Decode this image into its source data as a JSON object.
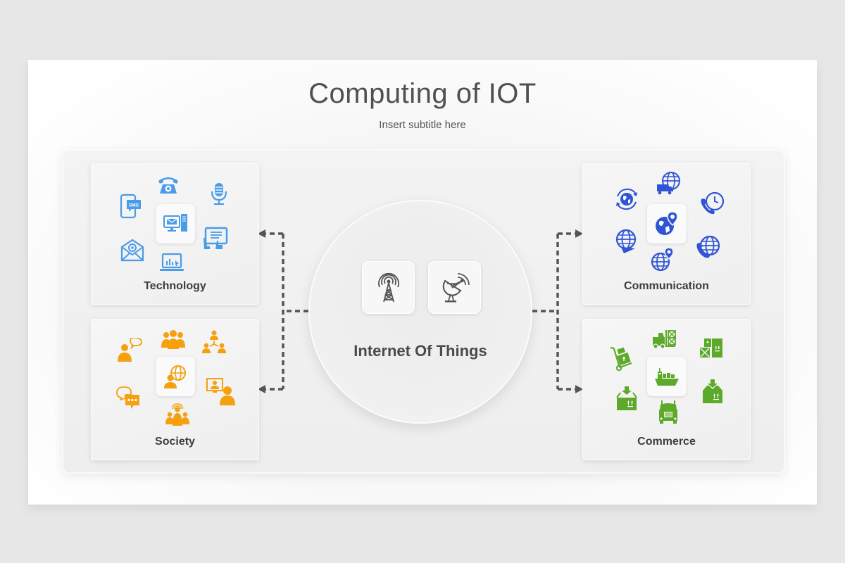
{
  "slide": {
    "title": "Computing of IOT",
    "subtitle": "Insert subtitle here"
  },
  "hub": {
    "label": "Internet Of Things",
    "icons": [
      "radio-tower-icon",
      "satellite-dish-icon"
    ],
    "icon_color": "#555555"
  },
  "cards": {
    "technology": {
      "label": "Technology",
      "color": "#4a9be8",
      "center_icon": "computer-email-icon",
      "icons": [
        "telephone-icon",
        "microphone-icon",
        "sms-phone-icon",
        "tablet-touch-icon",
        "email-at-icon",
        "laptop-chart-icon"
      ]
    },
    "society": {
      "label": "Society",
      "color": "#f5a00f",
      "center_icon": "person-globe-icon",
      "icons": [
        "group-icon",
        "hierarchy-icon",
        "person-speech-icon",
        "video-call-icon",
        "chat-bubbles-icon",
        "broadcast-group-icon"
      ]
    },
    "communication": {
      "label": "Communication",
      "color": "#2f54d6",
      "center_icon": "globe-pin-icon",
      "icons": [
        "globe-truck-icon",
        "globe-sync-icon",
        "phone-clock-icon",
        "globe-arrow-icon",
        "globe-phone-icon",
        "globe-location-icon"
      ]
    },
    "commerce": {
      "label": "Commerce",
      "color": "#5daa2a",
      "center_icon": "cargo-ship-icon",
      "icons": [
        "forklift-icon",
        "hand-truck-icon",
        "boxes-icon",
        "package-in-icon",
        "package-down-icon",
        "truck-icon"
      ]
    }
  },
  "connector_color": "#555555"
}
